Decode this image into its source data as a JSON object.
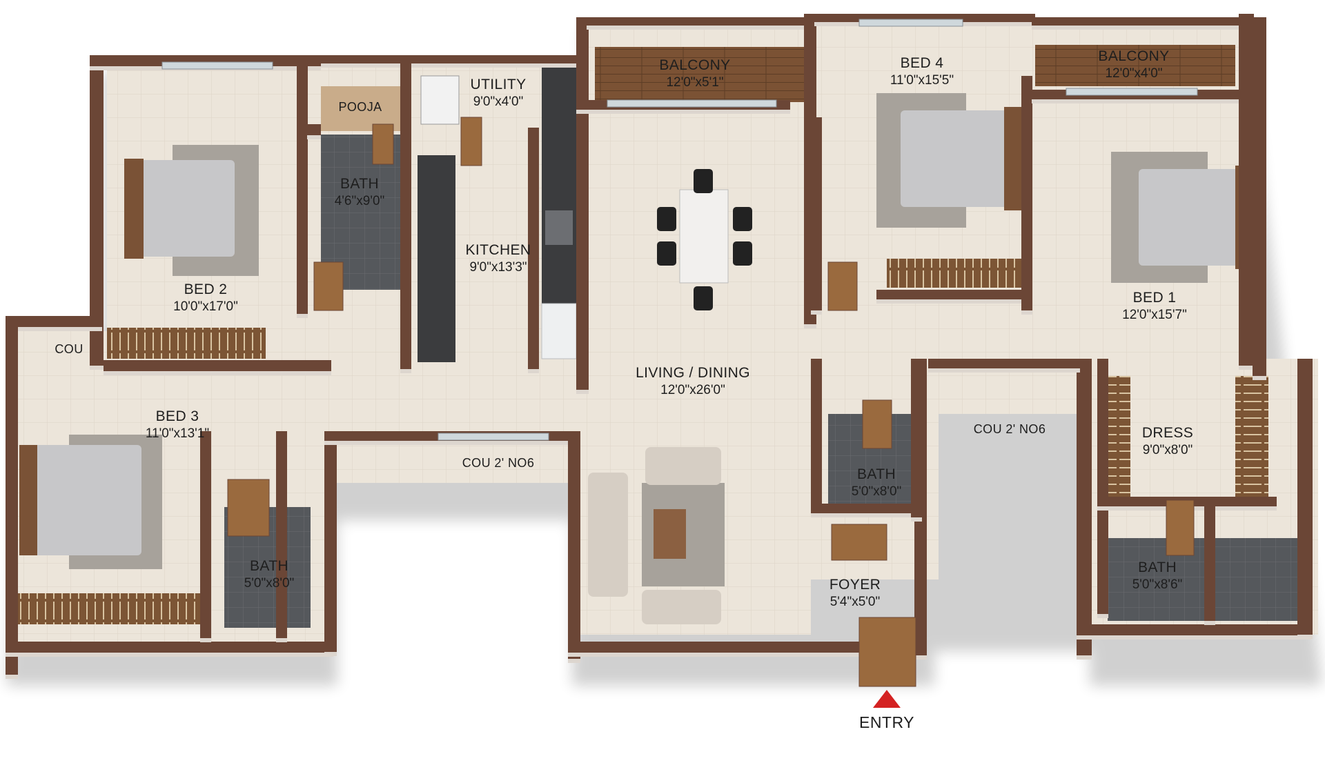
{
  "plan": {
    "colors": {
      "wall": "#6b4636",
      "wall_top": "#8a5e49",
      "wall_face": "#ddd6cf",
      "floor": "#ece5da",
      "tile": "#55585c",
      "counter": "#3b3c3e",
      "wood": "#7b5234",
      "rug": "#a7a29b",
      "bed": "#c7c7c9",
      "entry_marker": "#d42222"
    },
    "rooms": {
      "balcony_top": {
        "name": "BALCONY",
        "dim": "12'0\"x5'1\""
      },
      "balcony_right": {
        "name": "BALCONY",
        "dim": "12'0\"x4'0\""
      },
      "bed4": {
        "name": "BED 4",
        "dim": "11'0\"x15'5\""
      },
      "utility": {
        "name": "UTILITY",
        "dim": "9'0\"x4'0\""
      },
      "pooja": {
        "name": "POOJA"
      },
      "bath_top": {
        "name": "BATH",
        "dim": "4'6\"x9'0\""
      },
      "kitchen": {
        "name": "KITCHEN",
        "dim": "9'0\"x13'3\""
      },
      "bed2": {
        "name": "BED 2",
        "dim": "10'0\"x17'0\""
      },
      "bed1": {
        "name": "BED 1",
        "dim": "12'0\"x15'7\""
      },
      "cou_left": {
        "name": "COU"
      },
      "living": {
        "name": "LIVING / DINING",
        "dim": "12'0\"x26'0\""
      },
      "bed3": {
        "name": "BED 3",
        "dim": "11'0\"x13'1\""
      },
      "cou_mid": {
        "name": "COU  2' NO6"
      },
      "cou_right": {
        "name": "COU  2' NO6"
      },
      "bath_center": {
        "name": "BATH",
        "dim": "5'0\"x8'0\""
      },
      "dress": {
        "name": "DRESS",
        "dim": "9'0\"x8'0\""
      },
      "bath_left": {
        "name": "BATH",
        "dim": "5'0\"x8'0\""
      },
      "foyer": {
        "name": "FOYER",
        "dim": "5'4\"x5'0\""
      },
      "bath_right": {
        "name": "BATH",
        "dim": "5'0\"x8'6\""
      }
    },
    "entry": {
      "label": "ENTRY"
    }
  }
}
